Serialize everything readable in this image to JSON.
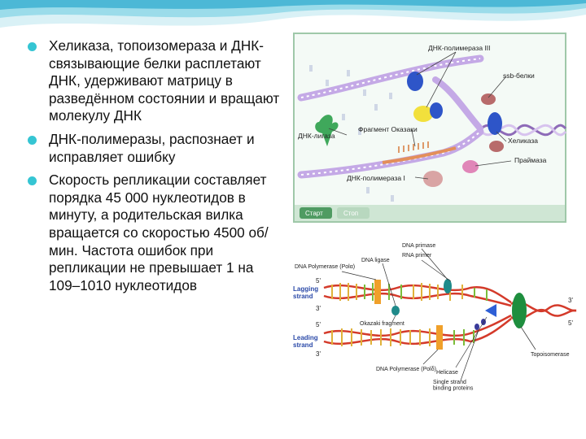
{
  "theme": {
    "accent": "#35c5d3",
    "header_wave_light": "#d9f1f6",
    "header_wave_mid": "#9bdcea",
    "header_wave_dark": "#4cb8d6"
  },
  "bullets": [
    "Хеликаза, топоизомераза и ДНК-связывающие белки расплетают ДНК, удерживают матрицу в разведённом состоянии и вращают молекулу ДНК",
    "ДНК-полимеразы, распознает и исправляет ошибку",
    "Скорость репликации составляет порядка 45 000 нуклеотидов в минуту, а родительская вилка вращается со скоростью 4500 об/мин. Частота ошибок при репликации не превышает 1 на 109–1010 нуклеотидов"
  ],
  "figure_ru": {
    "labels": {
      "dna_pol3": "ДНК-полимераза III",
      "ssb": "ssb-белки",
      "okazaki": "Фрагмент Оказаки",
      "ligase": "ДНК-лигаза",
      "helicase": "Хеликаза",
      "primase": "Праймаза",
      "dna_pol1": "ДНК-полимераза I"
    },
    "buttons": {
      "start": "Старт",
      "stop": "Стоп"
    }
  },
  "figure_en": {
    "labels": {
      "primase": "DNA primase",
      "primer": "RNA primer",
      "pol1": "DNA Polymerase (Polα)",
      "ligase": "DNA ligase",
      "lagging": "Lagging\nstrand",
      "okazaki": "Okazaki fragment",
      "leading": "Leading\nstrand",
      "pol_delta": "DNA Polymerase (Polδ)",
      "helicase": "Helicase",
      "ssb": "Single strand\nbinding proteins",
      "topo": "Topoisomerase",
      "five_top_left": "5'",
      "three_top_left": "3'",
      "five_bottom_left": "5'",
      "three_bottom_left": "3'",
      "three_right": "3'",
      "five_right": "5'"
    }
  }
}
